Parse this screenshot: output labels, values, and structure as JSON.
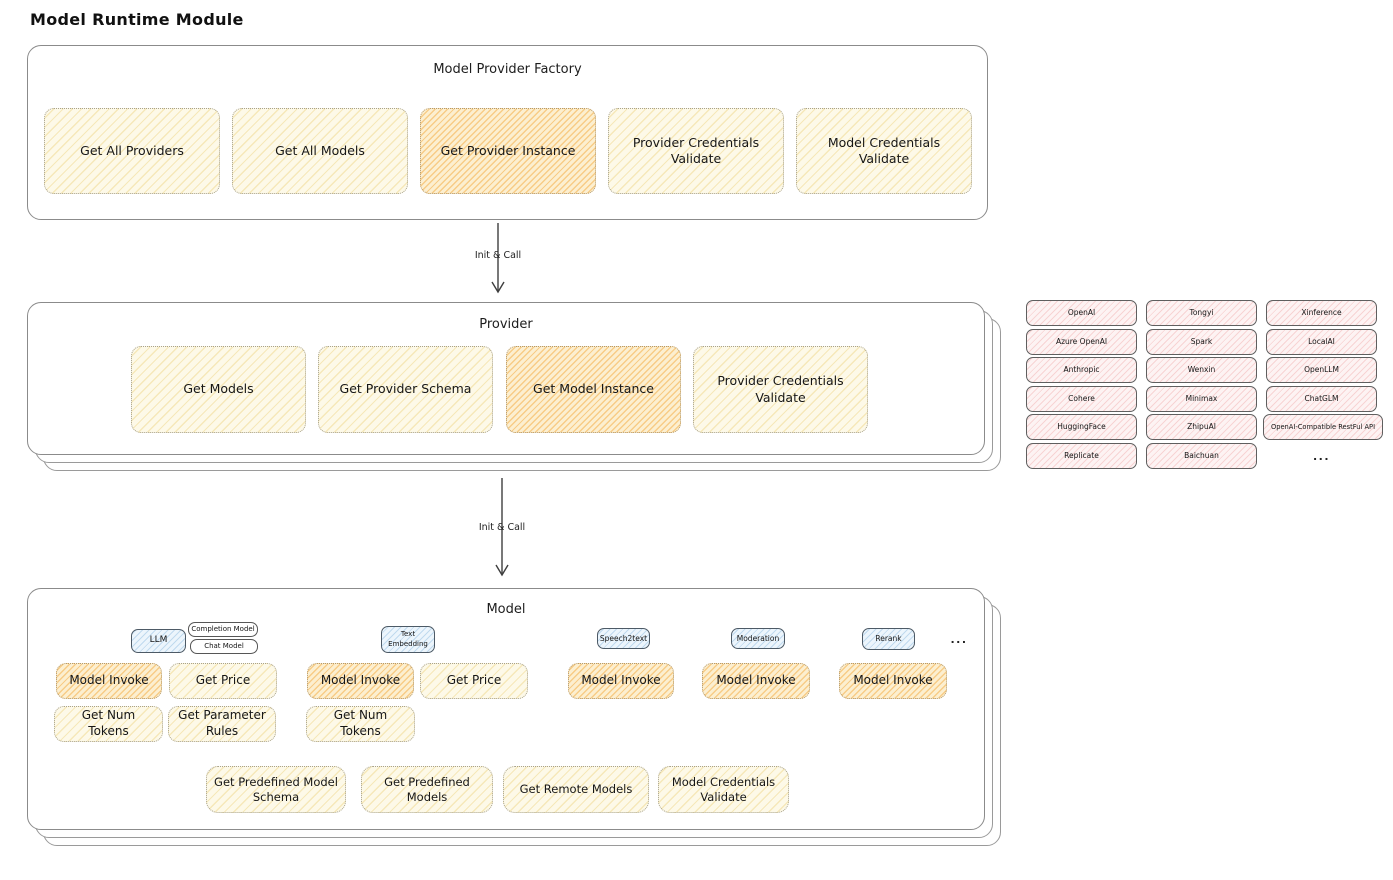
{
  "page_title": "Model Runtime Module",
  "arrows": {
    "arrow1_label": "Init & Call",
    "arrow2_label": "Init & Call"
  },
  "factory": {
    "title": "Model Provider Factory",
    "boxes": [
      {
        "label": "Get All Providers"
      },
      {
        "label": "Get All Models"
      },
      {
        "label": "Get Provider Instance"
      },
      {
        "label": "Provider Credentials Validate"
      },
      {
        "label": "Model Credentials Validate"
      }
    ]
  },
  "provider": {
    "title": "Provider",
    "boxes": [
      {
        "label": "Get Models"
      },
      {
        "label": "Get Provider Schema"
      },
      {
        "label": "Get Model Instance"
      },
      {
        "label": "Provider Credentials Validate"
      }
    ]
  },
  "providers_grid": {
    "rows": [
      [
        "OpenAI",
        "Tongyi",
        "Xinference"
      ],
      [
        "Azure OpenAI",
        "Spark",
        "LocalAI"
      ],
      [
        "Anthropic",
        "Wenxin",
        "OpenLLM"
      ],
      [
        "Cohere",
        "Minimax",
        "ChatGLM"
      ],
      [
        "HuggingFace",
        "ZhipuAI",
        "OpenAI-Compatible RestFul API"
      ],
      [
        "Replicate",
        "Baichuan"
      ]
    ],
    "more": "..."
  },
  "model": {
    "title": "Model",
    "tabs": {
      "llm": "LLM",
      "completion_model": "Completion Model",
      "chat_model": "Chat Model",
      "text_embedding": "Text Embedding",
      "speech2text": "Speech2text",
      "moderation": "Moderation",
      "rerank": "Rerank",
      "more": "..."
    },
    "llm_boxes": {
      "invoke": "Model Invoke",
      "price": "Get Price",
      "tokens": "Get Num Tokens",
      "rules": "Get Parameter Rules"
    },
    "embedding_boxes": {
      "invoke": "Model Invoke",
      "price": "Get Price",
      "tokens": "Get Num Tokens"
    },
    "speech2text_boxes": {
      "invoke": "Model Invoke"
    },
    "moderation_boxes": {
      "invoke": "Model Invoke"
    },
    "rerank_boxes": {
      "invoke": "Model Invoke"
    },
    "bottom_boxes": [
      {
        "label": "Get Predefined Model Schema"
      },
      {
        "label": "Get Predefined Models"
      },
      {
        "label": "Get Remote Models"
      },
      {
        "label": "Model Credentials Validate"
      }
    ]
  },
  "palette": {
    "yellow_fill": "#fdf9e8",
    "yellow_hatch": "#eed78a",
    "orange_fill": "#fcefd0",
    "orange_hatch": "#f3af4a",
    "pink_fill": "#fdf3f3",
    "pink_hatch": "#eea0a0",
    "blue_fill": "#ecf5fc",
    "blue_hatch": "#82b4dc",
    "border_gray": "#8b8b8b",
    "text": "#1d1d1d"
  }
}
